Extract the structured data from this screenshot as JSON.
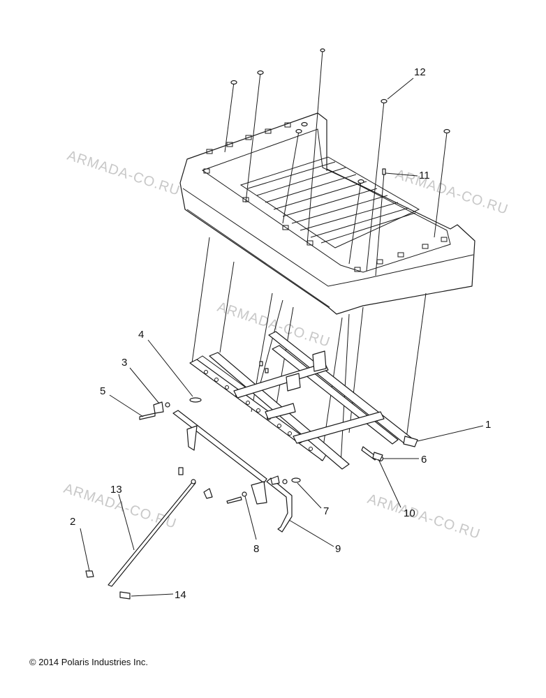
{
  "callouts": [
    {
      "id": "1",
      "label": "1"
    },
    {
      "id": "2",
      "label": "2"
    },
    {
      "id": "3",
      "label": "3"
    },
    {
      "id": "4",
      "label": "4"
    },
    {
      "id": "5",
      "label": "5"
    },
    {
      "id": "6",
      "label": "6"
    },
    {
      "id": "7",
      "label": "7"
    },
    {
      "id": "8",
      "label": "8"
    },
    {
      "id": "9",
      "label": "9"
    },
    {
      "id": "10",
      "label": "10"
    },
    {
      "id": "11",
      "label": "11"
    },
    {
      "id": "12",
      "label": "12"
    },
    {
      "id": "13",
      "label": "13"
    },
    {
      "id": "14",
      "label": "14"
    }
  ],
  "watermark": "ARMADA-CO.RU",
  "copyright": "© 2014 Polaris Industries Inc."
}
